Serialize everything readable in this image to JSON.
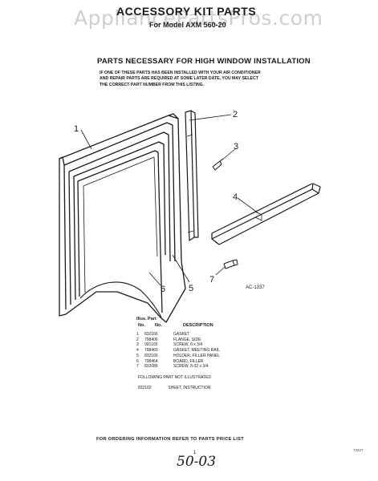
{
  "watermark": "AppliancePartsPros.com",
  "header": {
    "title": "ACCESSORY KIT PARTS",
    "model": "For Model AXM 560-20"
  },
  "section_title": "PARTS NECESSARY FOR HIGH WINDOW INSTALLATION",
  "note_lines": [
    "IF ONE OF THESE PARTS HAS BEEN INSTALLED WITH YOUR AIR CONDITIONER",
    "AND REPAIR PARTS ARE REQUIRED AT SOME LATER DATE, YOU MAY SELECT",
    "THE CORRECT PART NUMBER FROM THIS LISTING."
  ],
  "callouts": [
    "1",
    "2",
    "3",
    "4",
    "5",
    "6",
    "7"
  ],
  "figure_label": "AC-1337",
  "table": {
    "header_line1": "Illus. Part",
    "header_line2": {
      "col1": "No.",
      "col2": "No.",
      "col3": "DESCRIPTION"
    },
    "rows": [
      {
        "illus": "1",
        "part": "832166",
        "desc": "GASKET"
      },
      {
        "illus": "2",
        "part": "798406",
        "desc": "FLANGE, SIDE"
      },
      {
        "illus": "3",
        "part": "991103",
        "desc": "SCREW, 8 x 3/4"
      },
      {
        "illus": "4",
        "part": "798460",
        "desc": "GASKET, MEETING RAIL"
      },
      {
        "illus": "5",
        "part": "832165",
        "desc": "HOLDER, FILLER PANEL"
      },
      {
        "illus": "6",
        "part": "798464",
        "desc": "BOARD, FILLER"
      },
      {
        "illus": "7",
        "part": "832086",
        "desc": "SCREW, 8-32 x 3/4"
      }
    ]
  },
  "not_illustrated": "FOLLOWING PART NOT ILLUSTRATED",
  "instruction": {
    "part": "832102",
    "desc": "SHEET, INSTRUCTION"
  },
  "ordering_info": "FOR ORDERING INFORMATION REFER TO PARTS PRICE LIST",
  "page_number": "1",
  "footer_code": "73227",
  "handwritten_note": "50-03"
}
